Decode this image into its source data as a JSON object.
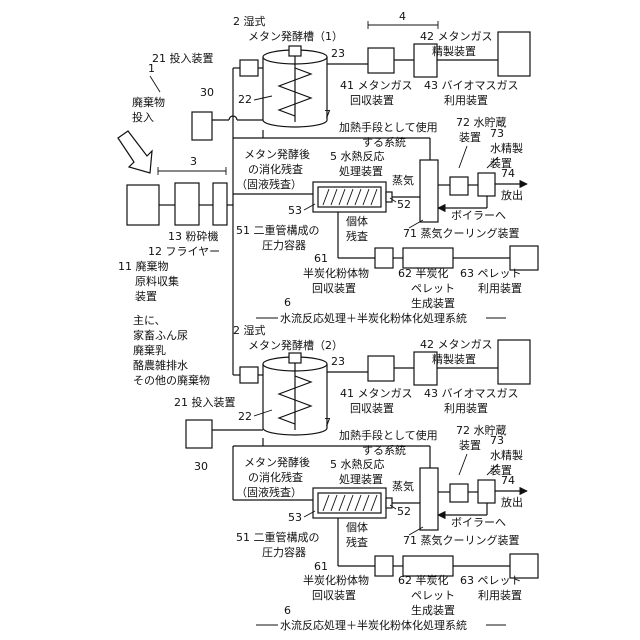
{
  "labels": {
    "item1_num": "1",
    "item1_text1": "廃棄物",
    "item1_text2": "投入",
    "item3": "3",
    "item13": "13 粉砕機",
    "item12": "12 フライヤー",
    "item11_line1": "11 廃棄物",
    "item11_line2": "原料収集",
    "item11_line3": "装置",
    "notes": [
      "主に、",
      "家畜ふん尿",
      "廃棄乳",
      "酪農雑排水",
      "その他の廃棄物"
    ],
    "item30": "30",
    "tank_head_top": "2 湿式",
    "tank_title_1": "メタン発酵槽（1）",
    "tank_title_2": "メタン発酵槽（2）",
    "item21": "21 投入装置",
    "item22": "22",
    "item23": "23",
    "item4": "4",
    "item42": "42 メタンガス",
    "item42b": "精製装置",
    "item41": "41 メタンガス",
    "item41b": "回収装置",
    "item43": "43 バイオマスガス",
    "item43b": "利用装置",
    "item7": "7",
    "heat_use_1": "加熱手段として使用",
    "heat_use_2": "する系統",
    "digest_1": "メタン発酵後",
    "digest_2": "の消化残査",
    "digest_3": "（固液残査）",
    "item5": "5 水熱反応",
    "item5b": "処理装置",
    "steam": "蒸気",
    "item72": "72 水貯蔵",
    "item72b": "装置",
    "item73": "73",
    "item73b": "水精製",
    "item73c": "装置",
    "item74": "74",
    "discharge": "放出",
    "boiler": "ボイラーへ",
    "item53": "53",
    "item52": "52",
    "solid_1": "個体",
    "solid_2": "残査",
    "item51_1": "51 二重管構成の",
    "item51_2": "圧力容器",
    "item71": "71 蒸気クーリング装置",
    "item61": "61",
    "item61b": "半炭化粉体物",
    "item61c": "回収装置",
    "item62": "62 半炭化",
    "item62b": "ペレット",
    "item62c": "生成装置",
    "item63": "63 ペレット",
    "item63b": "利用装置",
    "item6": "6",
    "system6": "水流反応処理＋半炭化粉体化処理系統"
  }
}
